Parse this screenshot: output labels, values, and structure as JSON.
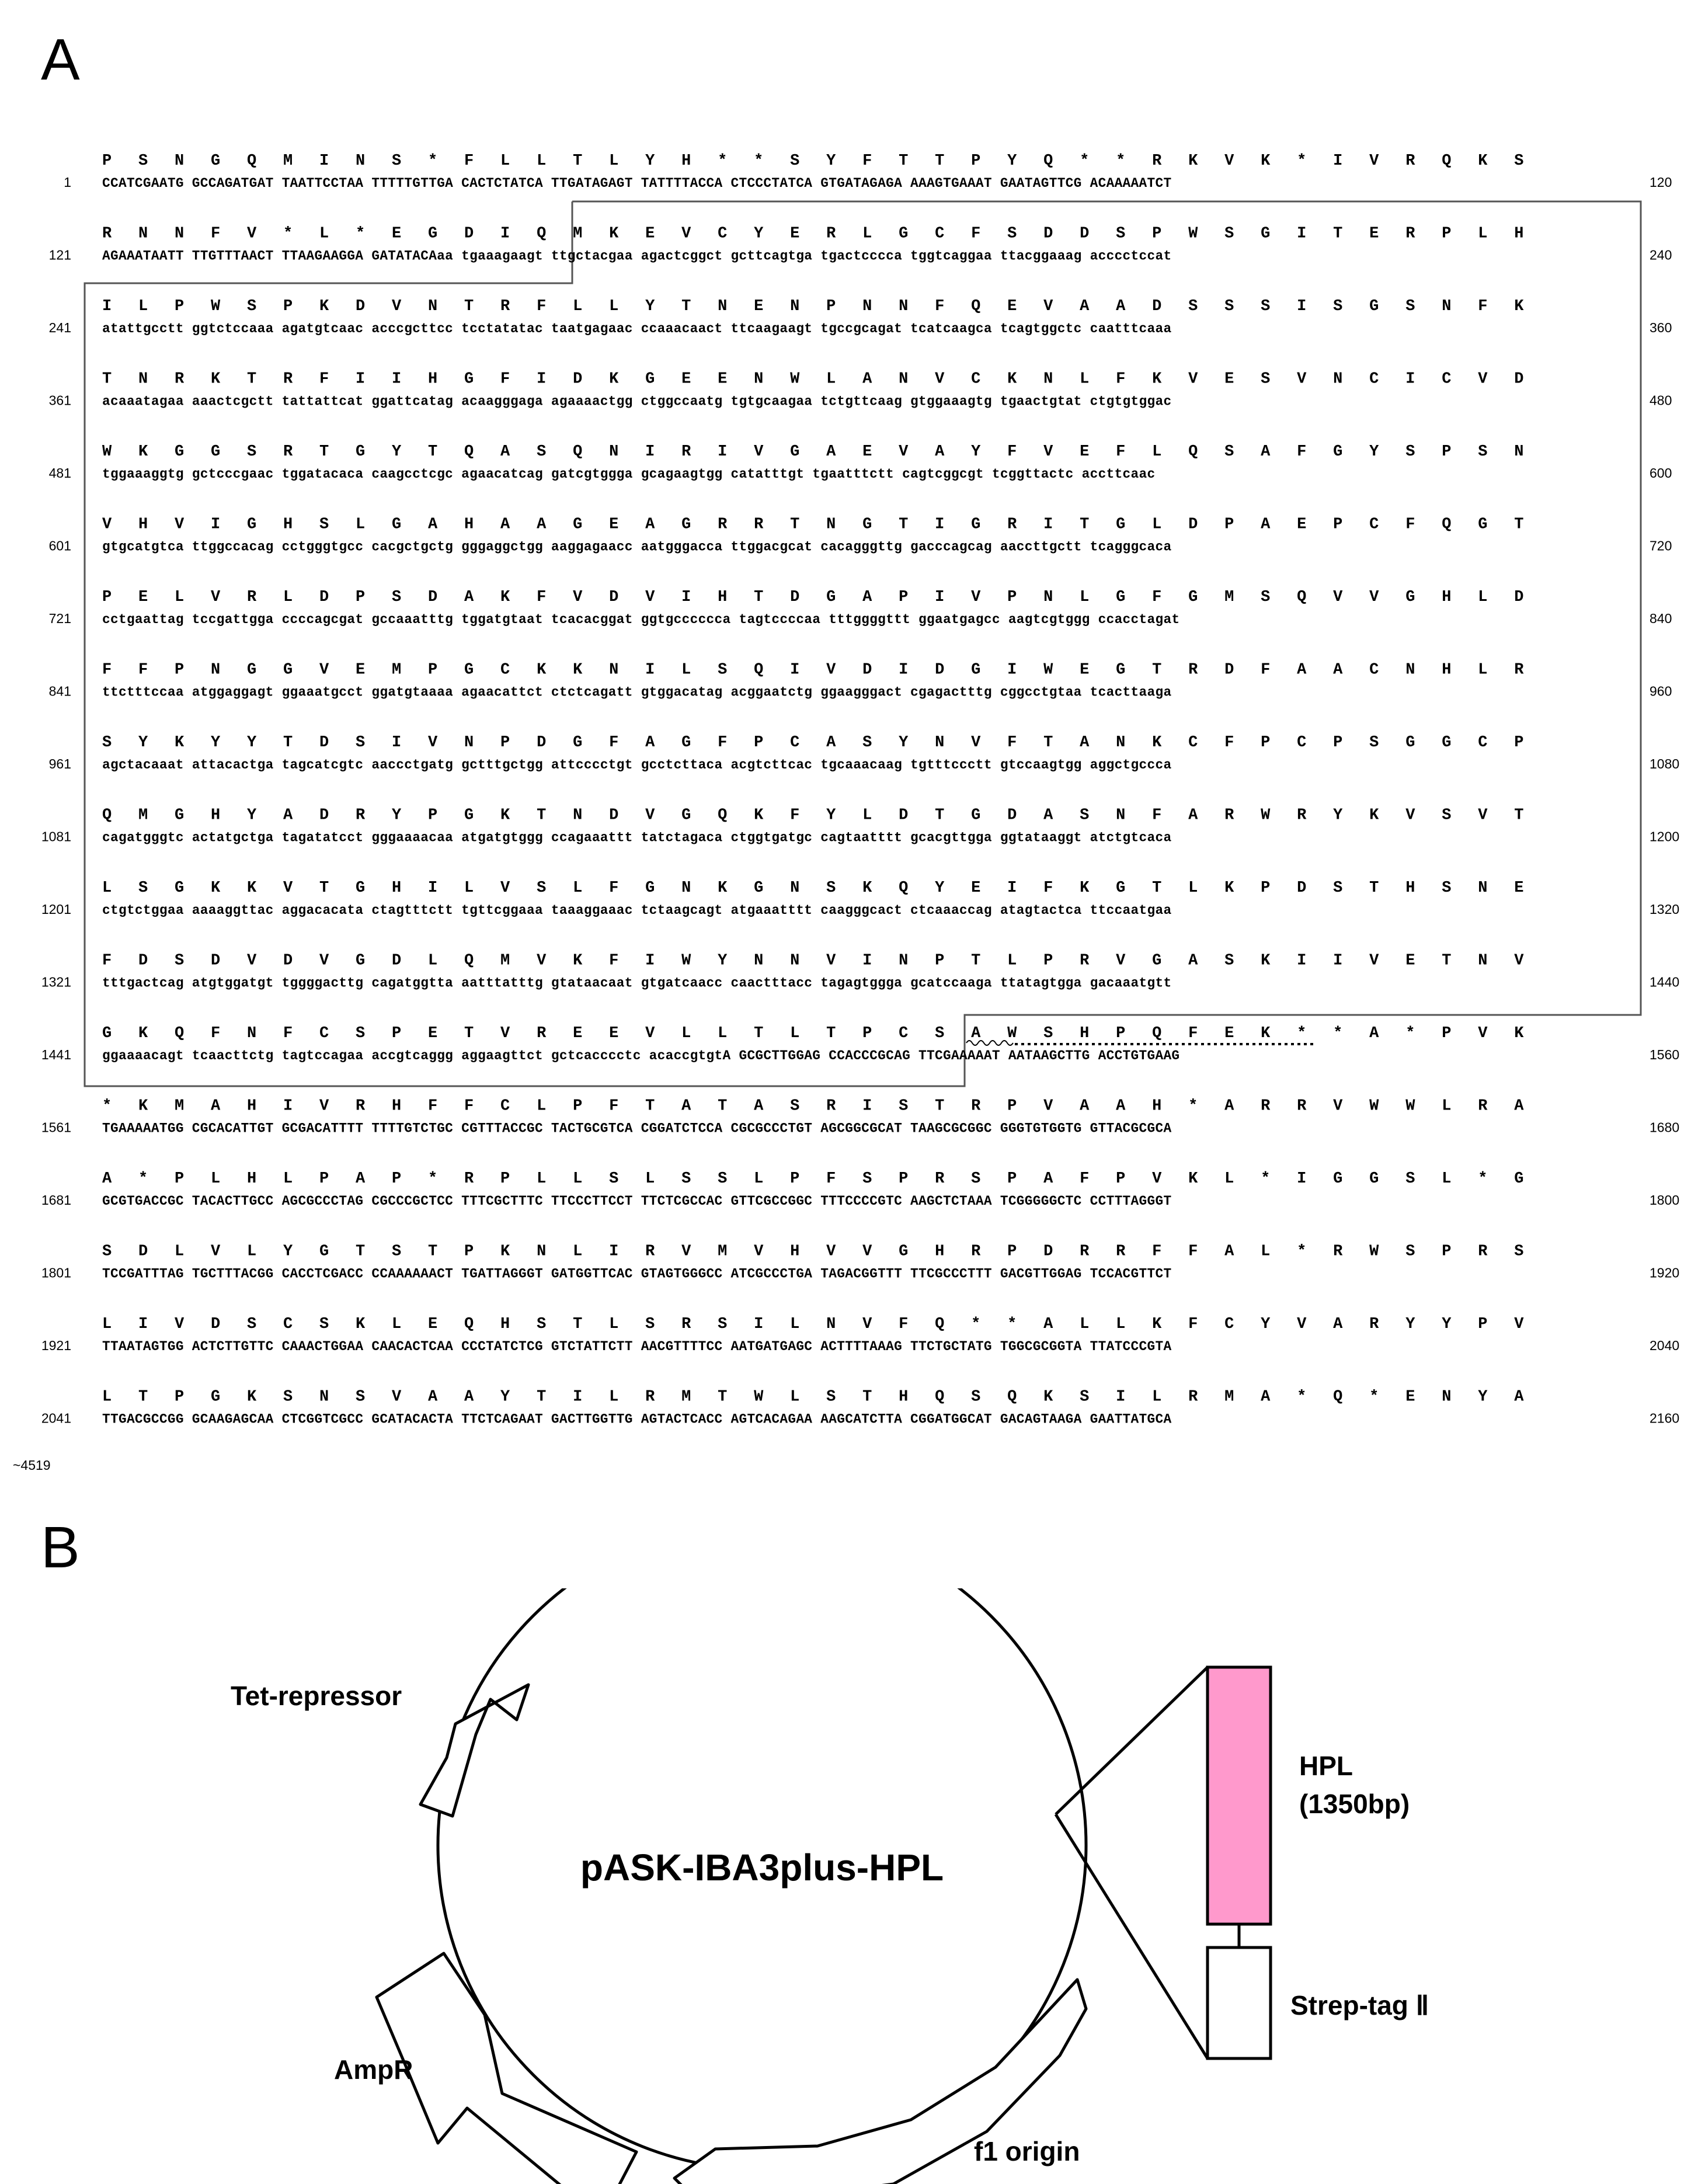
{
  "panels": {
    "a": "A",
    "b": "B"
  },
  "sequence": {
    "rows": [
      {
        "start": "1",
        "end": "120",
        "aa": "P S N G Q M I N S * F L L T L Y H * * S Y F T T P Y Q * * R K V K * I V R Q K S",
        "nt": "CCATCGAATG GCCAGATGAT TAATTCCTAA TTTTTGTTGA CACTCTATCA TTGATAGAGT TATTTTACCA CTCCCTATCA GTGATAGAGA AAAGTGAAAT GAATAGTTCG ACAAAAATCT"
      },
      {
        "start": "121",
        "end": "240",
        "aa": "R N N F V * L * E G D I Q M K E V C Y E R L G C F S D D S P W S G I T E R P L H",
        "nt": "AGAAATAATT TTGTTTAACT TTAAGAAGGA GATATACAaa tgaaagaagt ttgctacgaa agactcggct gcttcagtga tgactcccca tggtcaggaa ttacggaaag acccctccat"
      },
      {
        "start": "241",
        "end": "360",
        "aa": "I L P W S P K D V N T R F L L Y T N E N P N N F Q E V A A D S S S I S G S N F K",
        "nt": "atattgcctt ggtctccaaa agatgtcaac acccgcttcc tcctatatac taatgagaac ccaaacaact ttcaagaagt tgccgcagat tcatcaagca tcagtggctc caatttcaaa"
      },
      {
        "start": "361",
        "end": "480",
        "aa": "T N R K T R F I I H G F I D K G E E N W L A N V C K N L F K V E S V N C I C V D",
        "nt": "acaaatagaa aaactcgctt tattattcat ggattcatag acaagggaga agaaaactgg ctggccaatg tgtgcaagaa tctgttcaag gtggaaagtg tgaactgtat ctgtgtggac"
      },
      {
        "start": "481",
        "end": "600",
        "aa": "W K G G S R T G Y T Q A S Q N I R I V G A E V A Y F V E F L Q S A F G Y S P S N",
        "nt": "tggaaaggtg gctcccgaac tggatacaca caagcctcgc agaacatcag gatcgtggga gcagaagtgg catatttgt tgaatttctt cagtcggcgt tcggttactc accttcaac"
      },
      {
        "start": "601",
        "end": "720",
        "aa": "V H V I G H S L G A H A A G E A G R R T N G T I G R I T G L D P A E P C F Q G T",
        "nt": "gtgcatgtca ttggccacag cctgggtgcc cacgctgctg gggaggctgg aaggagaacc aatgggacca ttggacgcat cacagggttg gacccagcag aaccttgctt tcagggcaca"
      },
      {
        "start": "721",
        "end": "840",
        "aa": "P E L V R L D P S D A K F V D V I H T D G A P I V P N L G F G M S Q V V G H L D",
        "nt": "cctgaattag tccgattgga ccccagcgat gccaaatttg tggatgtaat tcacacggat ggtgcccccca tagtccccaa tttggggttt ggaatgagcc aagtcgtggg ccacctagat"
      },
      {
        "start": "841",
        "end": "960",
        "aa": "F F P N G G V E M P G C K K N I L S Q I V D I D G I W E G T R D F A A C N H L R",
        "nt": "ttctttccaa atggaggagt ggaaatgcct ggatgtaaaa agaacattct ctctcagatt gtggacatag acggaatctg ggaagggact cgagactttg cggcctgtaa tcacttaaga"
      },
      {
        "start": "961",
        "end": "1080",
        "aa": "S Y K Y Y T D S I V N P D G F A G F P C A S Y N V F T A N K C F P C P S G G C P",
        "nt": "agctacaaat attacactga tagcatcgtc aaccctgatg gctttgctgg attcccctgt gcctcttaca acgtcttcac tgcaaacaag tgtttccctt gtccaagtgg aggctgccca"
      },
      {
        "start": "1081",
        "end": "1200",
        "aa": "Q M G H Y A D R Y P G K T N D V G Q K F Y L D T G D A S N F A R W R Y K V S V T",
        "nt": "cagatgggtc actatgctga tagatatcct gggaaaacaa atgatgtggg ccagaaattt tatctagaca ctggtgatgc cagtaatttt gcacgttgga ggtataaggt atctgtcaca"
      },
      {
        "start": "1201",
        "end": "1320",
        "aa": "L S G K K V T G H I L V S L F G N K G N S K Q Y E I F K G T L K P D S T H S N E",
        "nt": "ctgtctggaa aaaaggttac aggacacata ctagtttctt tgttcggaaa taaaggaaac tctaagcagt atgaaatttt caagggcact ctcaaaccag atagtactca ttccaatgaa"
      },
      {
        "start": "1321",
        "end": "1440",
        "aa": "F D S D V D V G D L Q M V K F I W Y N N V I N P T L P R V G A S K I I V E T N V",
        "nt": "tttgactcag atgtggatgt tggggacttg cagatggtta aatttatttg gtataacaat gtgatcaacc caactttacc tagagtggga gcatccaaga ttatagtgga gacaaatgtt"
      },
      {
        "start": "1441",
        "end": "1560",
        "aa": "G K Q F N F C S P E T V R E E V L L T L T P C S A W S H P Q F E K * * A * P V K",
        "nt": "ggaaaacagt tcaacttctg tagtccagaa accgtcaggg aggaagttct gctcacccctc acaccgtgtA GCGCTTGGAG CCACCCGCAG TTCGAAAAAT AATAAGCTTG ACCTGTGAAG"
      },
      {
        "start": "1561",
        "end": "1680",
        "aa": "* K M A H I V R H F F C L P F T A T A S R I S T R P V A A H * A R R V W W L R A",
        "nt": "TGAAAAATGG CGCACATTGT GCGACATTTT TTTTGTCTGC CGTTTACCGC TACTGCGTCA CGGATCTCCA CGCGCCCTGT AGCGGCGCAT TAAGCGCGGC GGGTGTGGTG GTTACGCGCA"
      },
      {
        "start": "1681",
        "end": "1800",
        "aa": "A * P L H L P A P * R P L L S L S S L P F S P R S P A F P V K L * I G G S L * G",
        "nt": "GCGTGACCGC TACACTTGCC AGCGCCCTAG CGCCCGCTCC TTTCGCTTTC TTCCCTTCCT TTCTCGCCAC GTTCGCCGGC TTTCCCCGTC AAGCTCTAAA TCGGGGGCTC CCTTTAGGGT"
      },
      {
        "start": "1801",
        "end": "1920",
        "aa": "S D L V L Y G T S T P K N L I R V M V H V V G H R P D R R F F A L * R W S P R S",
        "nt": "TCCGATTTAG TGCTTTACGG CACCTCGACC CCAAAAAACT TGATTAGGGT GATGGTTCAC GTAGTGGGCC ATCGCCCTGA TAGACGGTTT TTCGCCCTTT GACGTTGGAG TCCACGTTCT"
      },
      {
        "start": "1921",
        "end": "2040",
        "aa": "L I V D S C S K L E Q H S T L S R S I L N V F Q * * A L L K F C Y V A R Y Y P V",
        "nt": "TTAATAGTGG ACTCTTGTTC CAAACTGGAA CAACACTCAA CCCTATCTCG GTCTATTCTT AACGTTTTCC AATGATGAGC ACTTTTAAAG TTCTGCTATG TGGCGCGGTA TTATCCCGTA"
      },
      {
        "start": "2041",
        "end": "2160",
        "aa": "L T P G K S N S V A A Y T I L R M T W L S T H Q S Q K S I L R M A * Q * E N Y A",
        "nt": "TTGACGCCGG GCAAGAGCAA CTCGGTCGCC GCATACACTA TTCTCAGAAT GACTTGGTTG AGTACTCACC AGTCACAGAA AAGCATCTTA CGGATGGCAT GACAGTAAGA GAATTATGCA"
      }
    ],
    "footnote": "~4519"
  },
  "plasmid": {
    "name": "pASK-IBA3plus-HPL",
    "features": {
      "tet": "Tet-repressor",
      "amp": "AmpR",
      "f1": "f1 origin"
    },
    "insert": {
      "hpl_line1": "HPL",
      "hpl_line2": "(1350bp)",
      "strep": "Strep-tag Ⅱ"
    },
    "colors": {
      "hpl_fill": "#ff99cc",
      "outline": "#000000"
    }
  }
}
